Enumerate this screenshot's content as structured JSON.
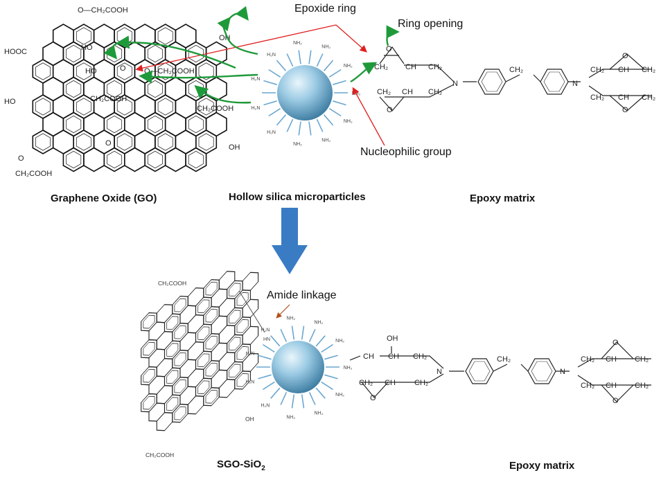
{
  "labels": {
    "epoxide_ring": "Epoxide ring",
    "ring_opening": "Ring opening",
    "nucleophilic_group": "Nucleophilic group",
    "amide_linkage": "Amide linkage",
    "graphene_oxide": "Graphene Oxide (GO)",
    "hollow_silica": "Hollow silica microparticles",
    "epoxy_matrix_top": "Epoxy matrix",
    "sgo_sio2": "SGO-SiO",
    "sgo_sio2_sub": "2",
    "epoxy_matrix_bottom": "Epoxy matrix"
  },
  "chem": {
    "cooh": "COOH",
    "ch2cooh": "CH₂COOH",
    "o_ch2cooh": "O—CH₂COOH",
    "hooc": "HOOC",
    "oh_acid": "OH",
    "ho": "HO",
    "ho_acid": "HO",
    "o": "O",
    "n": "N",
    "nh2": "NH₂",
    "h2n": "H₂N",
    "hn": "HN",
    "ch": "CH",
    "ch2": "CH₂",
    "oh_top": "OH"
  },
  "colors": {
    "green_arrow": "#1e9a3a",
    "red_arrow": "#e02020",
    "blue_arrow": "#3a7cc4",
    "sphere_light": "#d8eef8",
    "sphere_dark": "#4f8fb3",
    "spoke": "#6aa7d1",
    "brown_arrow": "#b0501e"
  }
}
